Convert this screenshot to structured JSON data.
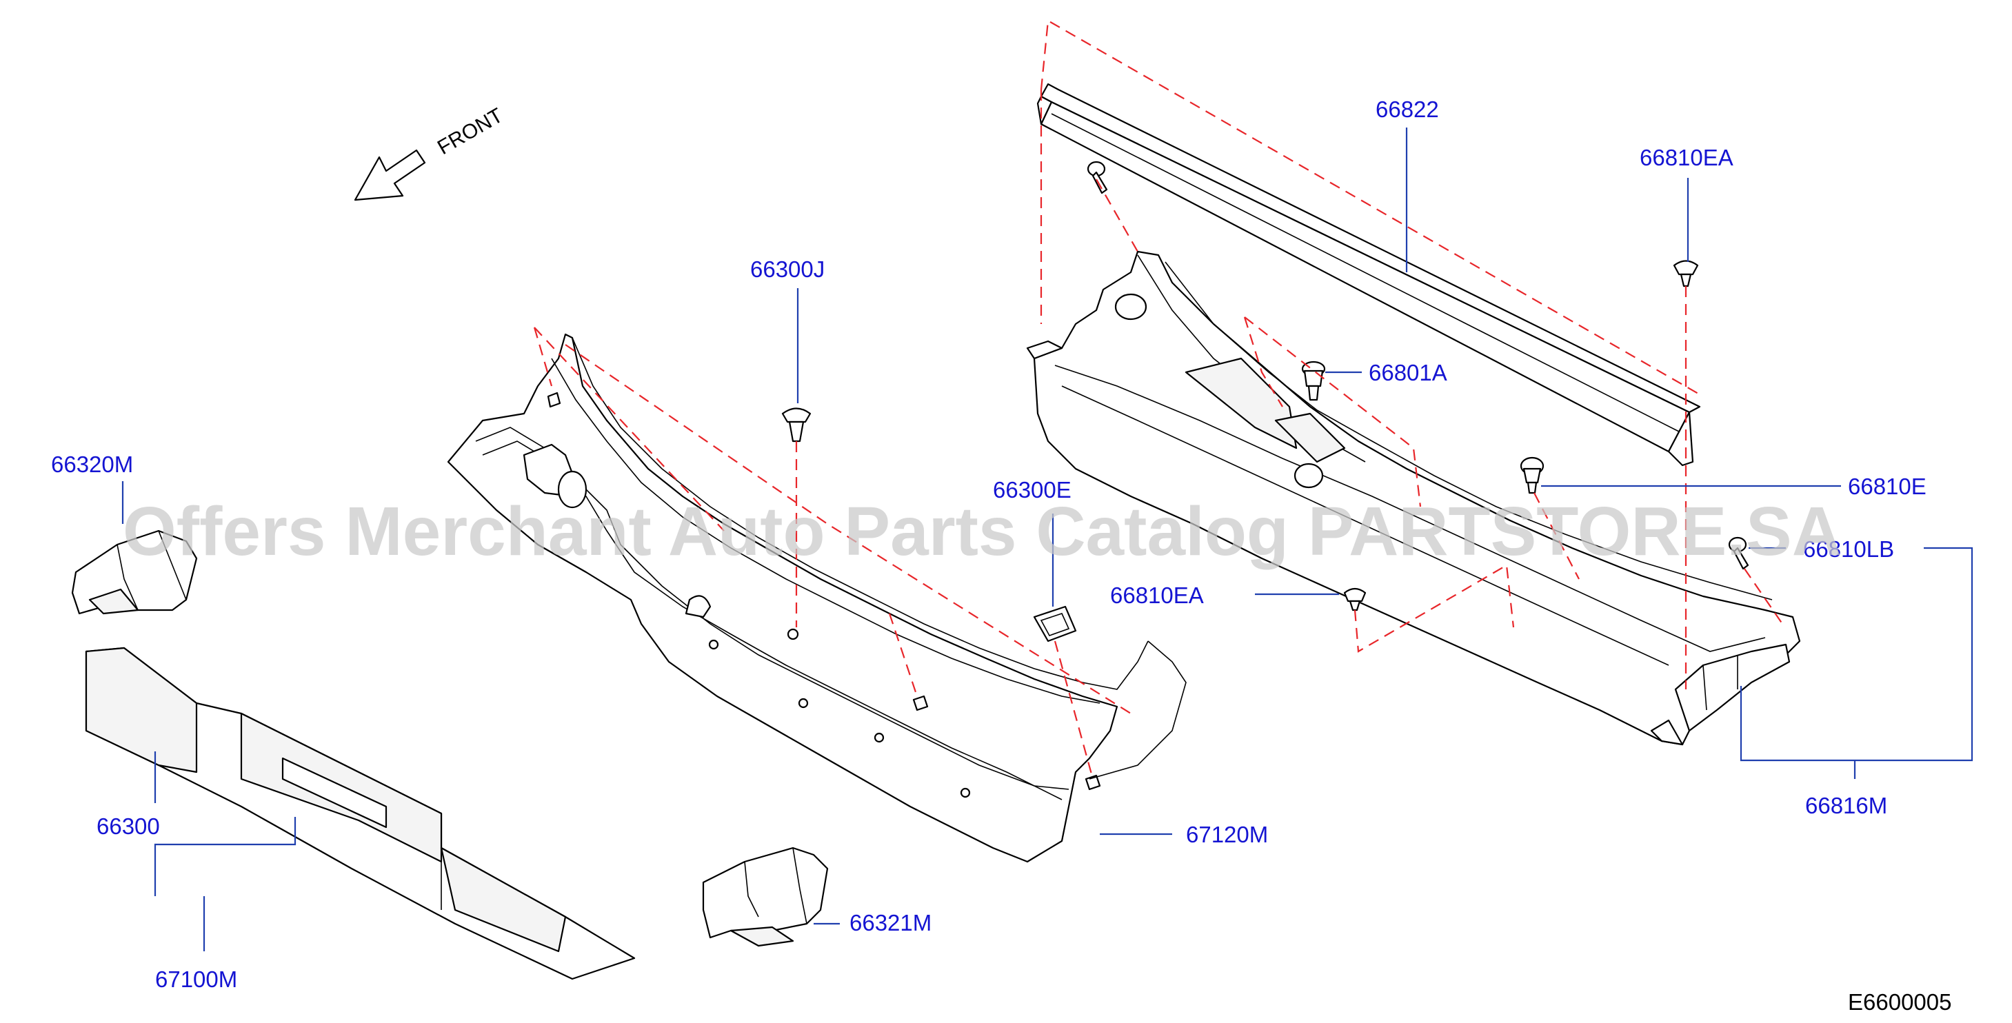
{
  "front_label": "FRONT",
  "watermark": "Offers Merchant Auto Parts Catalog PARTSTORE.SA",
  "diagram_code": "E6600005",
  "labels": {
    "p66822": "66822",
    "p66810EA_top": "66810EA",
    "p66300J": "66300J",
    "p66801A": "66801A",
    "p66320M": "66320M",
    "p66300E": "66300E",
    "p66810E": "66810E",
    "p66810LB": "66810LB",
    "p66810EA_mid": "66810EA",
    "p66816M": "66816M",
    "p66300": "66300",
    "p67120M": "67120M",
    "p66321M": "66321M",
    "p67100M": "67100M"
  },
  "colors": {
    "label_text": "#1414d2",
    "leader_line": "#1f3fae",
    "dashed_line": "#e8262a",
    "outline": "#000000",
    "watermark": "#c9c9c9"
  }
}
